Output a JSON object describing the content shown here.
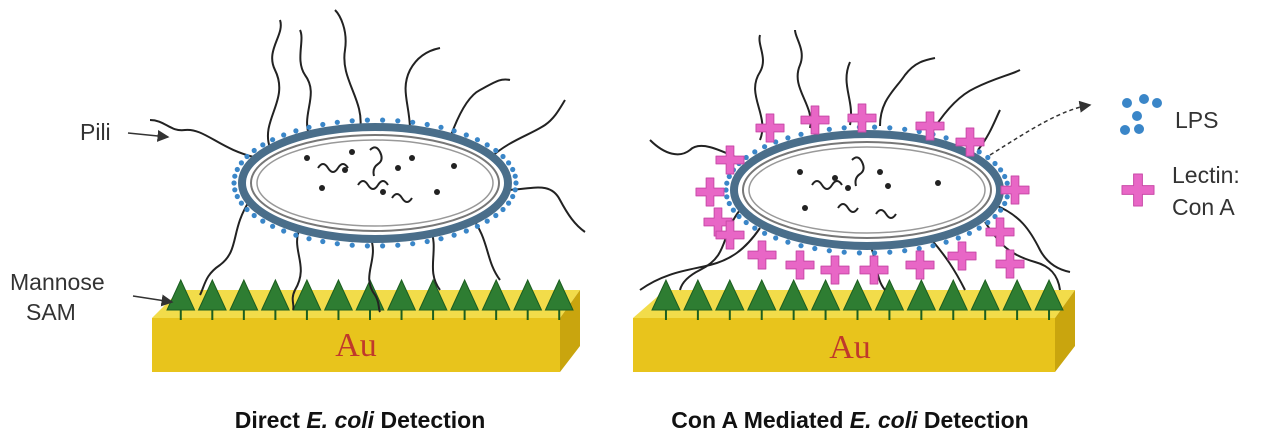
{
  "labels": {
    "pili": "Pili",
    "mannose_line1": "Mannose",
    "mannose_line2": "SAM",
    "au": "Au",
    "lps": "LPS",
    "lectin_line1": "Lectin:",
    "lectin_line2": "Con A"
  },
  "captions": {
    "left_pre": "Direct ",
    "left_italic": "E. coli",
    "left_post": " Detection",
    "right_pre": "Con A Mediated ",
    "right_italic": "E. coli",
    "right_post": " Detection"
  },
  "colors": {
    "gold_top": "#f2dc4a",
    "gold_front": "#e8c41c",
    "gold_side": "#c9a50e",
    "triangle": "#2e7d32",
    "membrane": "#4a6e8a",
    "lps_dot": "#3a86c8",
    "lectin": "#e866c6",
    "au_text": "#c0392b"
  },
  "icons": {
    "lps_legend": "lps-cluster-icon",
    "lectin_legend": "lectin-cross-icon"
  }
}
